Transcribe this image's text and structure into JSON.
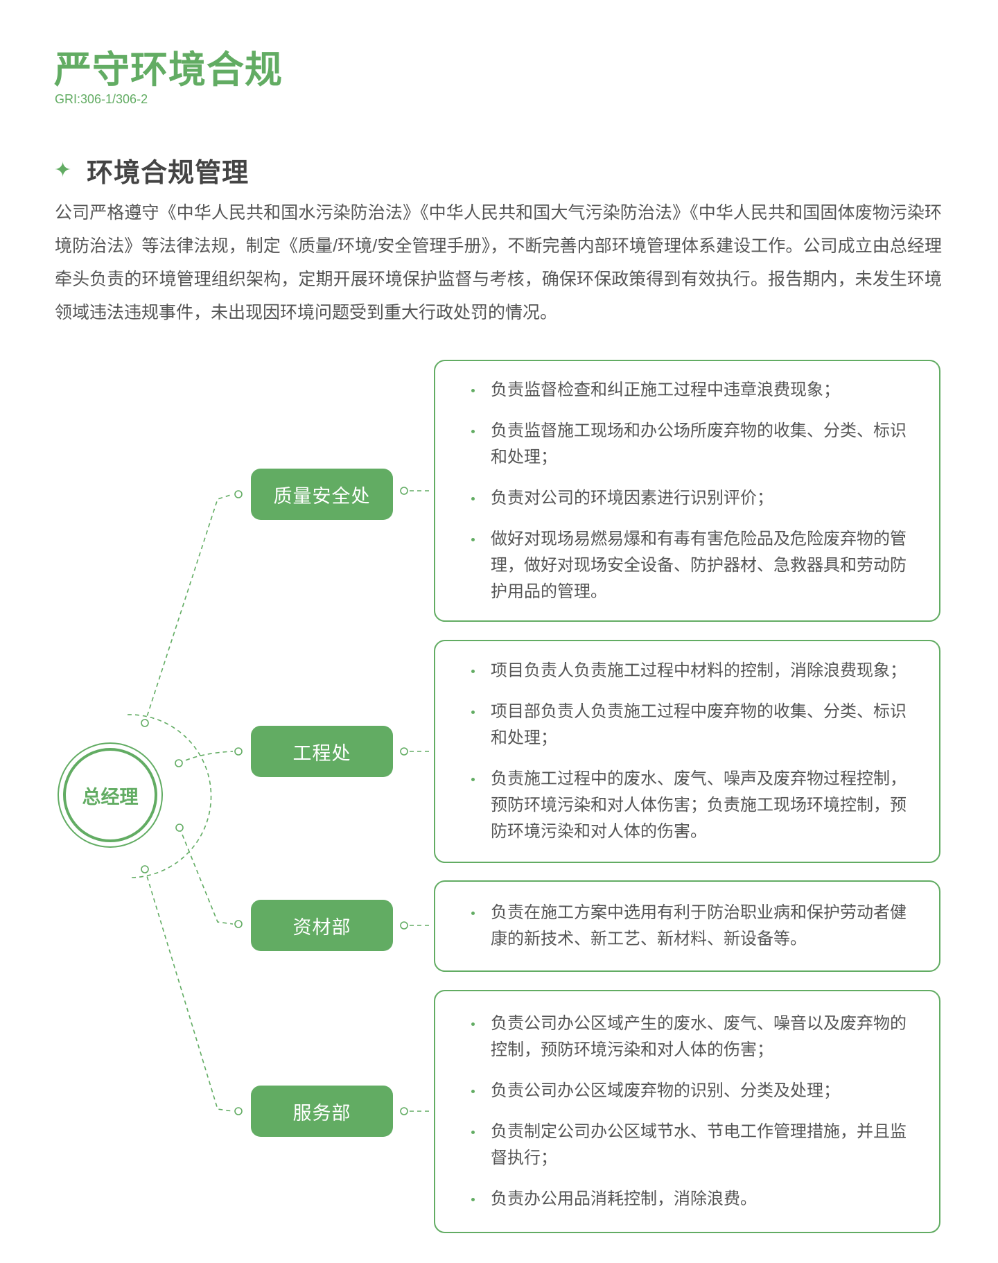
{
  "header": {
    "title": "严守环境合规",
    "gri": "GRI:306-1/306-2"
  },
  "section": {
    "icon": "sparkle-star-icon",
    "title": "环境合规管理"
  },
  "intro": "公司严格遵守《中华人民共和国水污染防治法》《中华人民共和国大气污染防治法》《中华人民共和国固体废物污染环境防治法》等法律法规，制定《质量/环境/安全管理手册》，不断完善内部环境管理体系建设工作。公司成立由总经理牵头负责的环境管理组织架构，定期开展环境保护监督与考核，确保环保政策得到有效执行。报告期内，未发生环境领域违法违规事件，未出现因环境问题受到重大行政处罚的情况。",
  "colors": {
    "accent": "#62ac63",
    "text": "#555555"
  },
  "org": {
    "root": "总经理",
    "departments": [
      {
        "name": "质量安全处",
        "duties": [
          "负责监督检查和纠正施工过程中违章浪费现象；",
          "负责监督施工现场和办公场所废弃物的收集、分类、标识和处理；",
          "负责对公司的环境因素进行识别评价；",
          "做好对现场易燃易爆和有毒有害危险品及危险废弃物的管理，做好对现场安全设备、防护器材、急救器具和劳动防护用品的管理。"
        ]
      },
      {
        "name": "工程处",
        "duties": [
          "项目负责人负责施工过程中材料的控制，消除浪费现象；",
          "项目部负责人负责施工过程中废弃物的收集、分类、标识和处理；",
          "负责施工过程中的废水、废气、噪声及废弃物过程控制，预防环境污染和对人体伤害；负责施工现场环境控制，预防环境污染和对人体的伤害。"
        ]
      },
      {
        "name": "资材部",
        "duties": [
          "负责在施工方案中选用有利于防治职业病和保护劳动者健康的新技术、新工艺、新材料、新设备等。"
        ]
      },
      {
        "name": "服务部",
        "duties": [
          "负责公司办公区域产生的废水、废气、噪音以及废弃物的控制，预防环境污染和对人体的伤害；",
          "负责公司办公区域废弃物的识别、分类及处理；",
          "负责制定公司办公区域节水、节电工作管理措施，并且监督执行；",
          "负责办公用品消耗控制，消除浪费。"
        ]
      }
    ]
  }
}
